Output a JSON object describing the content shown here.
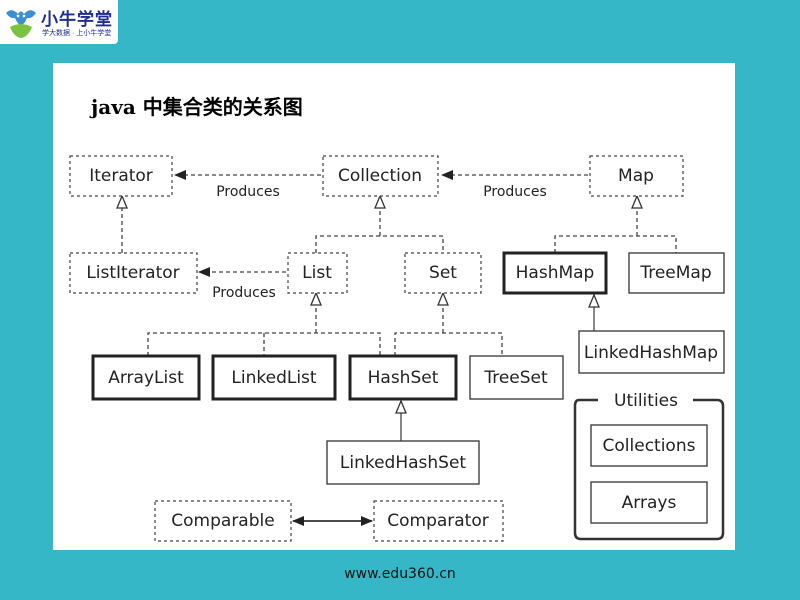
{
  "brand": {
    "name": "小牛学堂",
    "tagline": "学大数据 · 上小牛学堂"
  },
  "slide": {
    "title": "java 中集合类的关系图"
  },
  "diagram": {
    "nodes": {
      "iterator": "Iterator",
      "collection": "Collection",
      "map": "Map",
      "list_iterator": "ListIterator",
      "list": "List",
      "set": "Set",
      "hash_map": "HashMap",
      "tree_map": "TreeMap",
      "linked_hash_map": "LinkedHashMap",
      "array_list": "ArrayList",
      "linked_list": "LinkedList",
      "hash_set": "HashSet",
      "tree_set": "TreeSet",
      "linked_hash_set": "LinkedHashSet",
      "comparable": "Comparable",
      "comparator": "Comparator",
      "collections": "Collections",
      "arrays": "Arrays"
    },
    "edge_labels": {
      "collection_iterator": "Produces",
      "map_collection": "Produces",
      "list_listiterator": "Produces"
    },
    "group_label": "Utilities"
  },
  "footer": {
    "url": "www.edu360.cn"
  },
  "colors": {
    "background": "#35b7c8",
    "panel": "#ffffff",
    "brand_text": "#1f2f8c",
    "logo_blue": "#3a8fd0",
    "logo_green": "#7cc242"
  }
}
